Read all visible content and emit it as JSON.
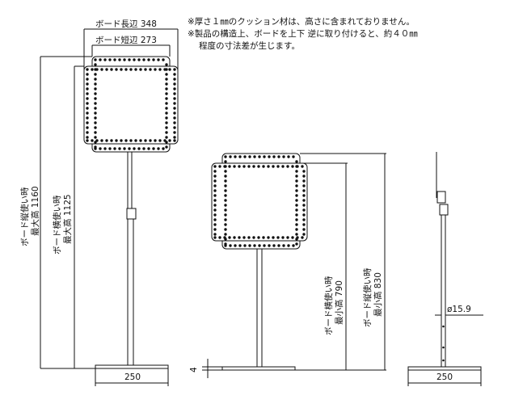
{
  "notes": {
    "line1": "※厚さ１㎜のクッション材は、高さに含まれておりません。",
    "line2": "※製品の構造上、ボードを上下 逆に取り付けると、約４０㎜",
    "line3": "程度の寸法差が生じます。"
  },
  "front_view": {
    "board_long_label": "ボード長辺 348",
    "board_short_label": "ボード短辺 273",
    "vertical_max_label_1": "ボード縦使い時",
    "vertical_max_label_2": "最大高 1160",
    "horizontal_max_label_1": "ボード横使い時",
    "horizontal_max_label_2": "最大高 1125",
    "base_width": "250"
  },
  "middle_view": {
    "horizontal_min_label_1": "ボード横使い時",
    "horizontal_min_label_2": "最小高 790",
    "vertical_min_label_1": "ボード縦使い時",
    "vertical_min_label_2": "最小高 830",
    "base_thickness": "4"
  },
  "side_view": {
    "pole_diameter": "ø15.9",
    "base_width": "250"
  }
}
